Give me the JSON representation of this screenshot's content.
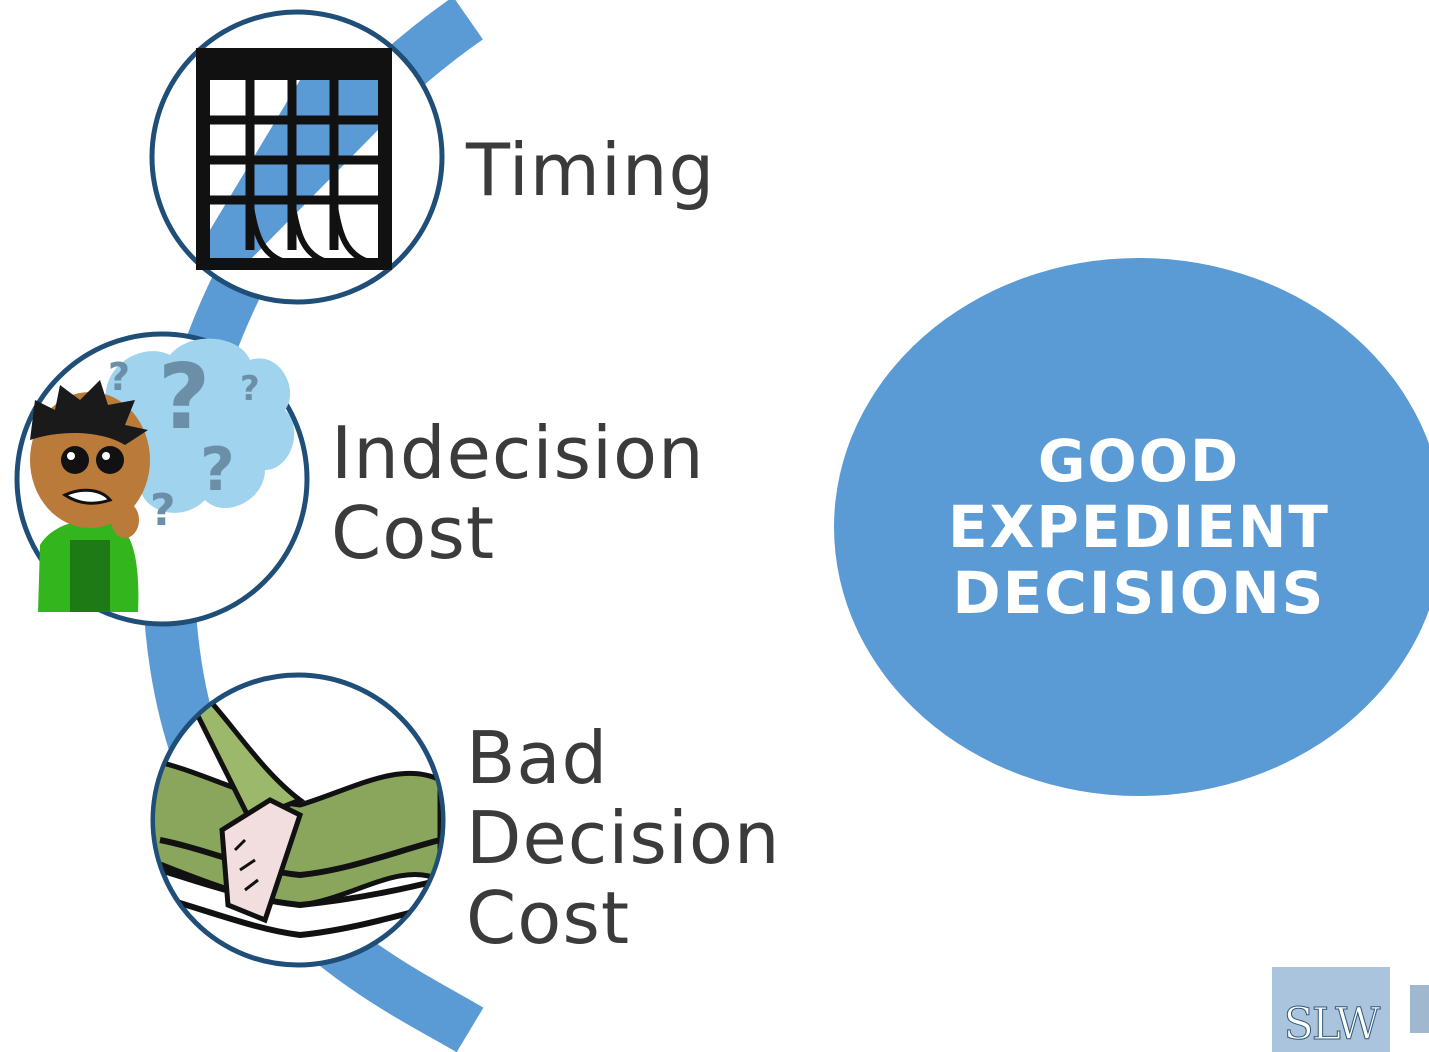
{
  "items": [
    {
      "id": "timing",
      "icon": "calendar-icon",
      "lines": [
        "Timing"
      ]
    },
    {
      "id": "indecision",
      "icon": "confused-person-icon",
      "lines": [
        "Indecision",
        "Cost"
      ]
    },
    {
      "id": "bad",
      "icon": "money-stack-icon",
      "lines": [
        "Bad",
        "Decision",
        "Cost"
      ]
    }
  ],
  "goal": {
    "lines": [
      "GOOD",
      "EXPEDIENT",
      "DECISIONS"
    ]
  },
  "logo": {
    "text": "SLW"
  },
  "colors": {
    "arc": "#5b9bd5",
    "circle_border": "#1f4e79",
    "goal_fill": "#5b9bd5",
    "text": "#3b3b3b"
  }
}
